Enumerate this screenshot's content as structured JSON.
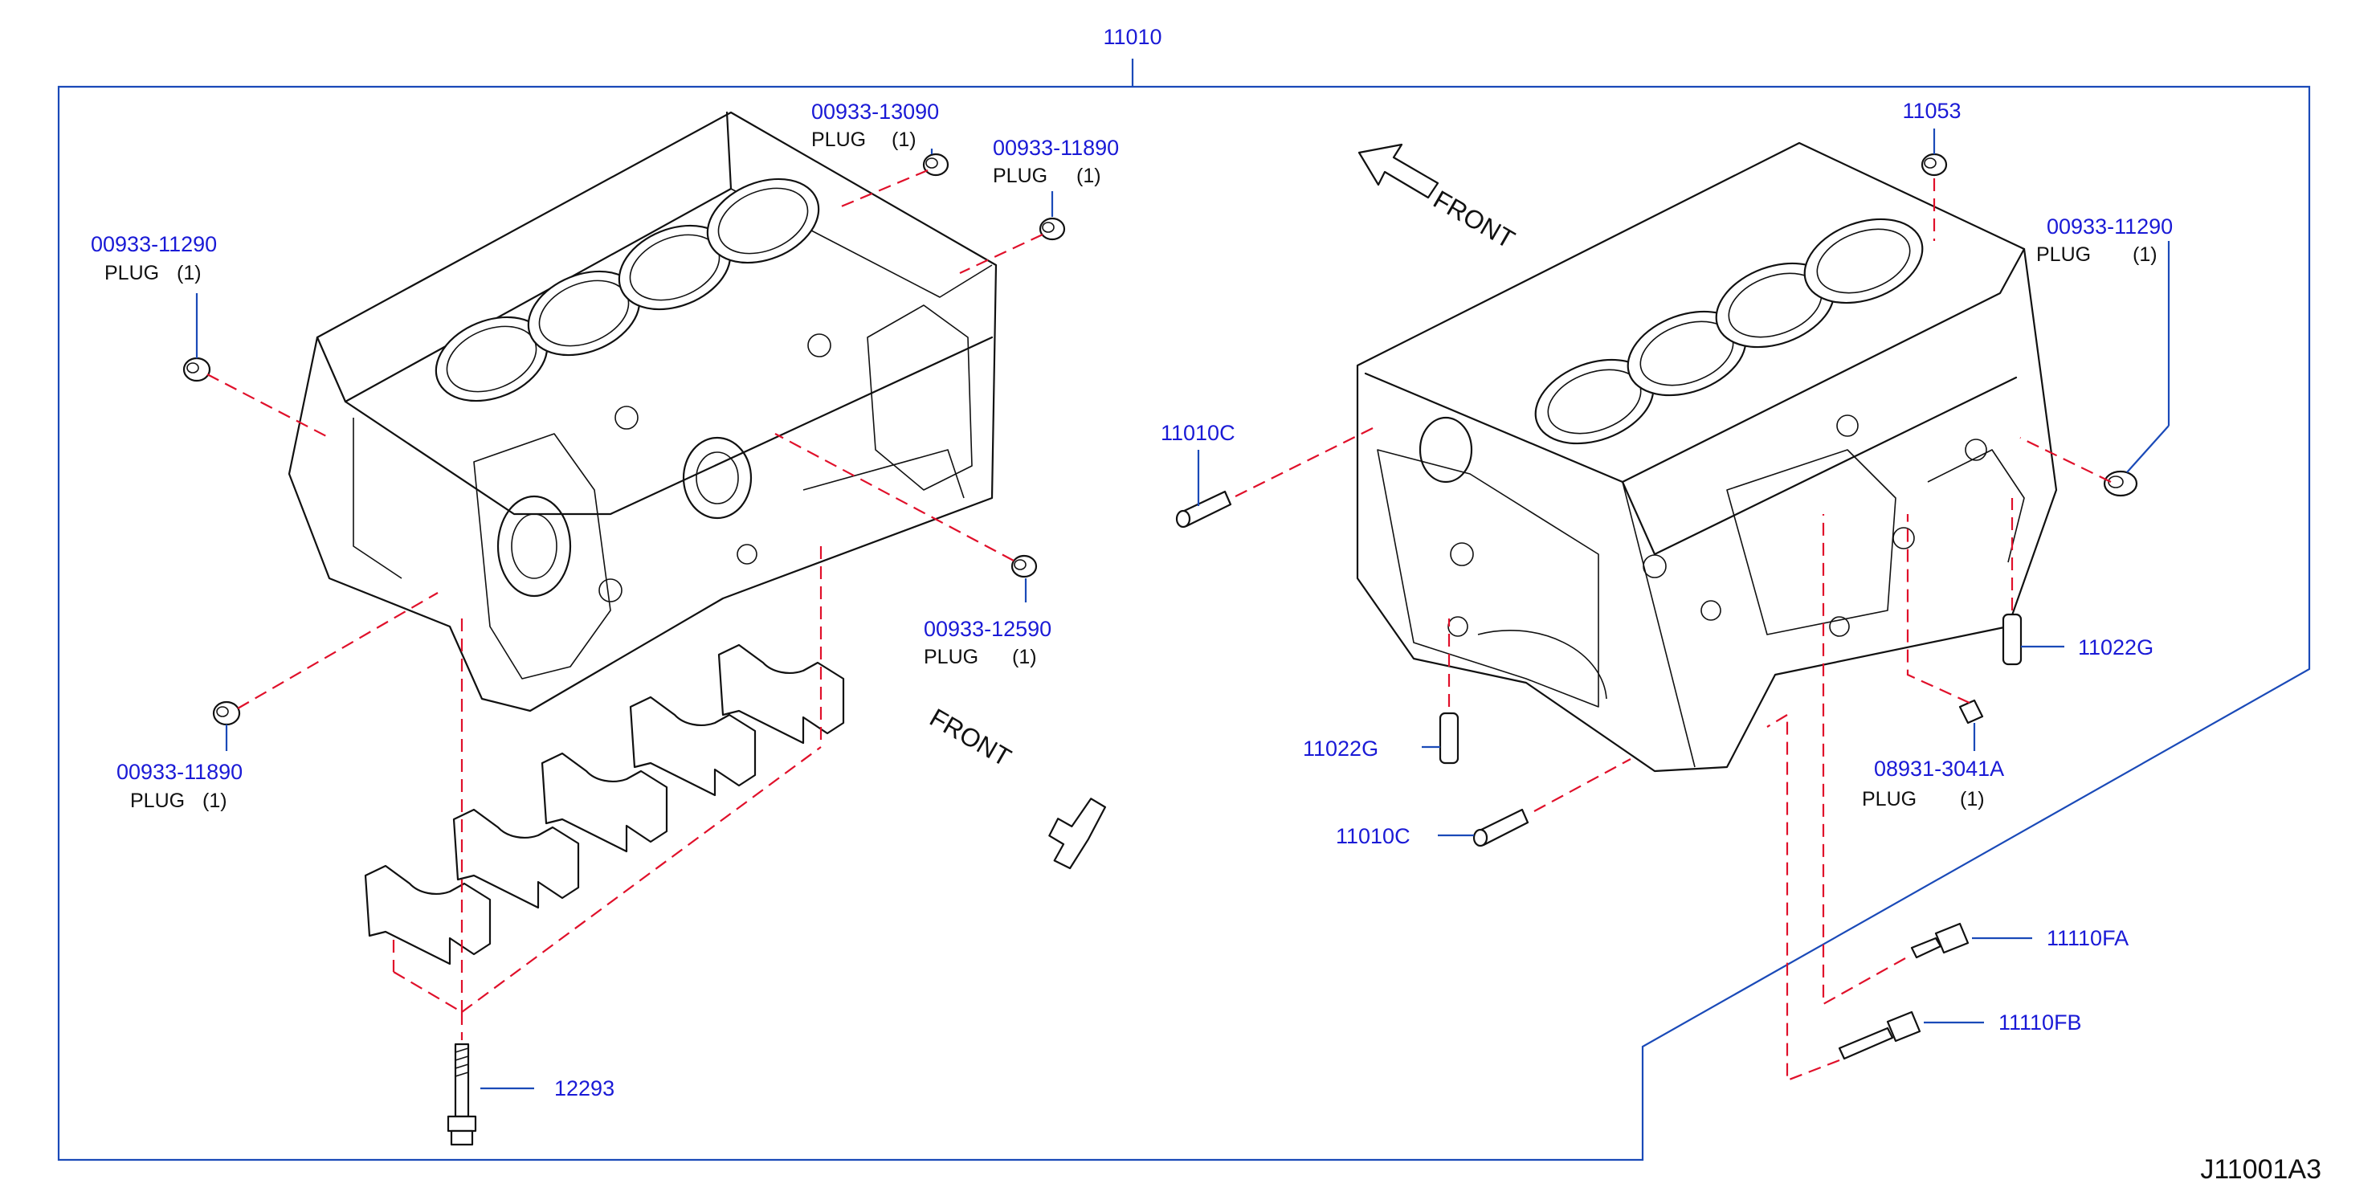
{
  "diagram": {
    "assembly_part_number": "11010",
    "figure_code": "J11001A3",
    "front_label": "FRONT",
    "callouts": [
      {
        "id": "c1",
        "part_number": "00933-13090",
        "description": "PLUG",
        "qty": "(1)"
      },
      {
        "id": "c2",
        "part_number": "00933-11890",
        "description": "PLUG",
        "qty": "(1)"
      },
      {
        "id": "c3",
        "part_number": "00933-11290",
        "description": "PLUG",
        "qty": "(1)"
      },
      {
        "id": "c4",
        "part_number": "00933-12590",
        "description": "PLUG",
        "qty": "(1)"
      },
      {
        "id": "c5",
        "part_number": "00933-11890",
        "description": "PLUG",
        "qty": "(1)"
      },
      {
        "id": "c6",
        "part_number": "12293"
      },
      {
        "id": "c7",
        "part_number": "11053"
      },
      {
        "id": "c8",
        "part_number": "00933-11290",
        "description": "PLUG",
        "qty": "(1)"
      },
      {
        "id": "c9",
        "part_number": "11010C"
      },
      {
        "id": "c10",
        "part_number": "11022G"
      },
      {
        "id": "c11",
        "part_number": "11022G"
      },
      {
        "id": "c12",
        "part_number": "11010C"
      },
      {
        "id": "c13",
        "part_number": "08931-3041A",
        "description": "PLUG",
        "qty": "(1)"
      },
      {
        "id": "c14",
        "part_number": "11110FA"
      },
      {
        "id": "c15",
        "part_number": "11110FB"
      }
    ]
  }
}
